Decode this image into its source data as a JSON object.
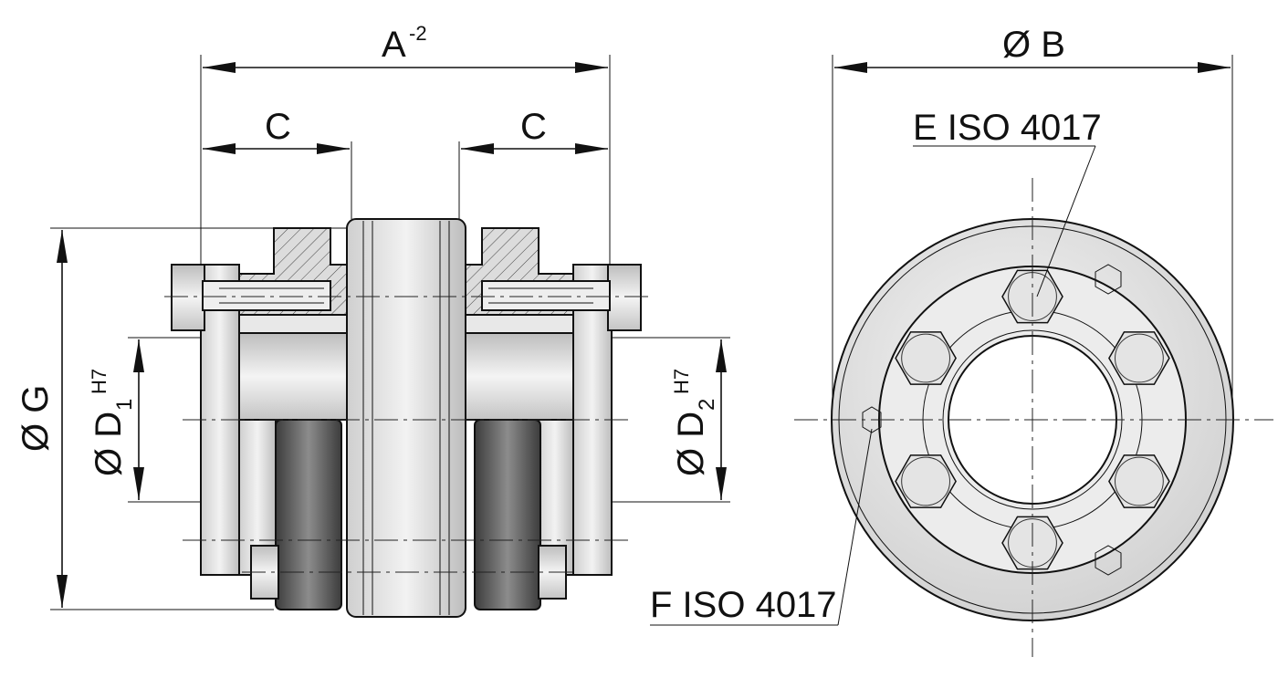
{
  "labels": {
    "dim_a": "A",
    "dim_a_sup": "-2",
    "dim_c_left": "C",
    "dim_c_right": "C",
    "dim_b": "Ø B",
    "dim_g": "Ø G",
    "dim_d1": "Ø D",
    "dim_d1_sub": "1",
    "dim_d1_sup": "H7",
    "dim_d2": "Ø D",
    "dim_d2_sub": "2",
    "dim_d2_sup": "H7",
    "callout_e": "E ISO 4017",
    "callout_f": "F ISO 4017"
  },
  "colors": {
    "line": "#111111",
    "metal_light": "#e6e6e6",
    "metal_mid": "#c8c8c8",
    "rubber_dark": "#555555",
    "background": "#ffffff"
  }
}
